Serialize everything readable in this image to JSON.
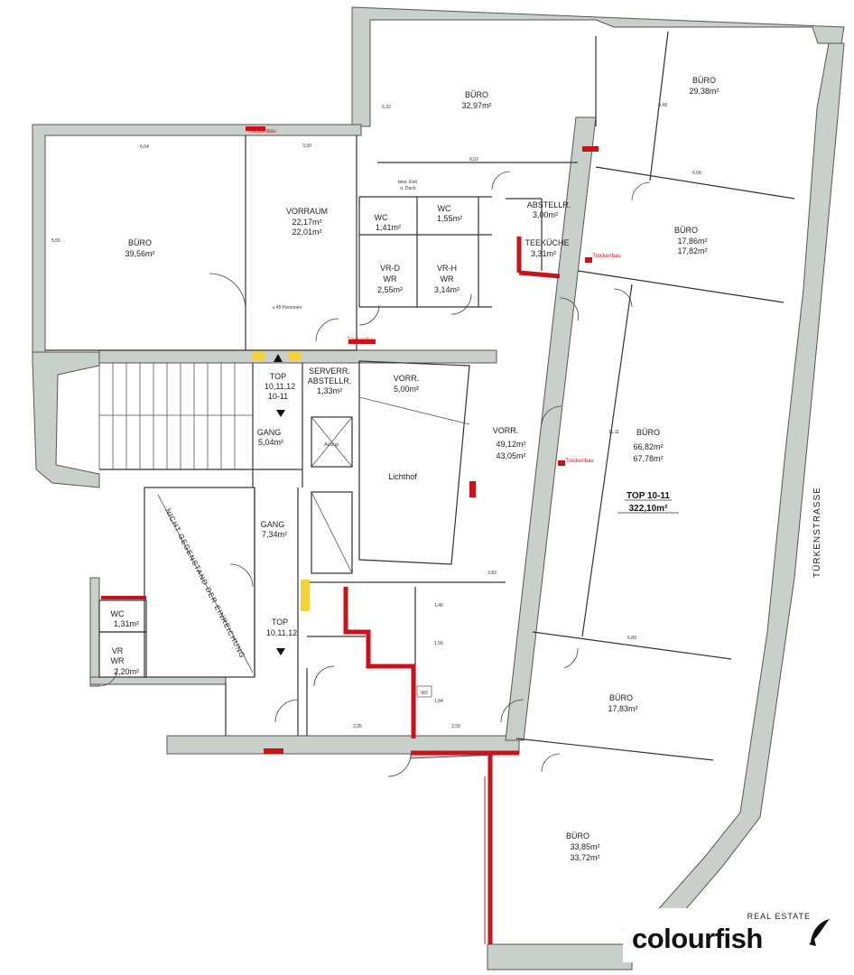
{
  "street": "TÜRKENSTRASSE",
  "top_label": {
    "line1": "TOP 10-11",
    "line2": "322,10m²"
  },
  "rooms": {
    "buero_nw": {
      "name": "BÜRO",
      "area": "39,56m²"
    },
    "vorraum": {
      "name": "VORRAUM",
      "area1": "22,17m²",
      "area2": "22,01m²"
    },
    "buero_n": {
      "name": "BÜRO",
      "area": "32,97m²"
    },
    "buero_ne": {
      "name": "BÜRO",
      "area": "29,38m²"
    },
    "wc1": {
      "name": "WC",
      "area": "1,41m²"
    },
    "wc2": {
      "name": "WC",
      "area": "1,55m²"
    },
    "vrd": {
      "name": "VR-D",
      "sub": "WR",
      "area": "2,55m²"
    },
    "vrh": {
      "name": "VR-H",
      "sub": "WR",
      "area": "3,14m²"
    },
    "abstell": {
      "name": "ABSTELLR.",
      "area": "3,00m²"
    },
    "teekueche": {
      "name": "TEEKÜCHE",
      "area": "3,31m²"
    },
    "buero_e1": {
      "name": "BÜRO",
      "area1": "17,86m²",
      "area2": "17,82m²"
    },
    "top_stair": {
      "line1": "TOP",
      "line2": "10,11,12",
      "line3": "10-11"
    },
    "serverr": {
      "name": "SERVERR.",
      "sub": "ABSTELLR.",
      "area": "1,33m²"
    },
    "vorr_small": {
      "name": "VORR.",
      "area": "5,00m²"
    },
    "gang1": {
      "name": "GANG",
      "area": "5,04m²"
    },
    "aufzug": {
      "name": "Aufzug"
    },
    "lichthof": {
      "name": "Lichthof"
    },
    "vorr_big": {
      "name": "VORR.",
      "area1": "49,12m²",
      "area2": "43,05m²"
    },
    "buero_big": {
      "name": "BÜRO",
      "area1": "66,82m²",
      "area2": "67,78m²"
    },
    "gang2": {
      "name": "GANG",
      "area": "7,34m²"
    },
    "top_lower": {
      "line1": "TOP",
      "line2": "10,11,12"
    },
    "wc3": {
      "name": "WC",
      "area": "1,31m²"
    },
    "vr_wr": {
      "name": "VR",
      "sub": "WR",
      "area": "2,20m²"
    },
    "buero_se": {
      "name": "BÜRO",
      "area": "17,83m²"
    },
    "buero_s": {
      "name": "BÜRO",
      "area1": "33,85m²",
      "area2": "33,72m²"
    }
  },
  "annotations": {
    "trockenbau": "Trockenbau",
    "personen": "≤ 45 Personen",
    "nicht": "NICHT GEGENSTAND DER EINREICHUNG",
    "w2": "W2",
    "best_entl": "best. Entl.",
    "ue_dach": "ü. Dach"
  },
  "dimensions": {
    "d1": "6,04",
    "d2": "3,39",
    "d3": "6,02",
    "d4": "6,06",
    "d5": "6,89",
    "d6": "3,82",
    "d7": "2,95",
    "d8": "2,59",
    "d9": "1,46",
    "d10": "1,56",
    "d11": "1,84",
    "d12": "5,32",
    "d13": "5,55",
    "d14": "4,49",
    "d15": "11,11"
  },
  "logo": {
    "tag": "REAL ESTATE",
    "name": "colourfish"
  },
  "colors": {
    "wall": "#c9cfc9",
    "accent_red": "#c8131b",
    "accent_yellow": "#f4d23a"
  }
}
